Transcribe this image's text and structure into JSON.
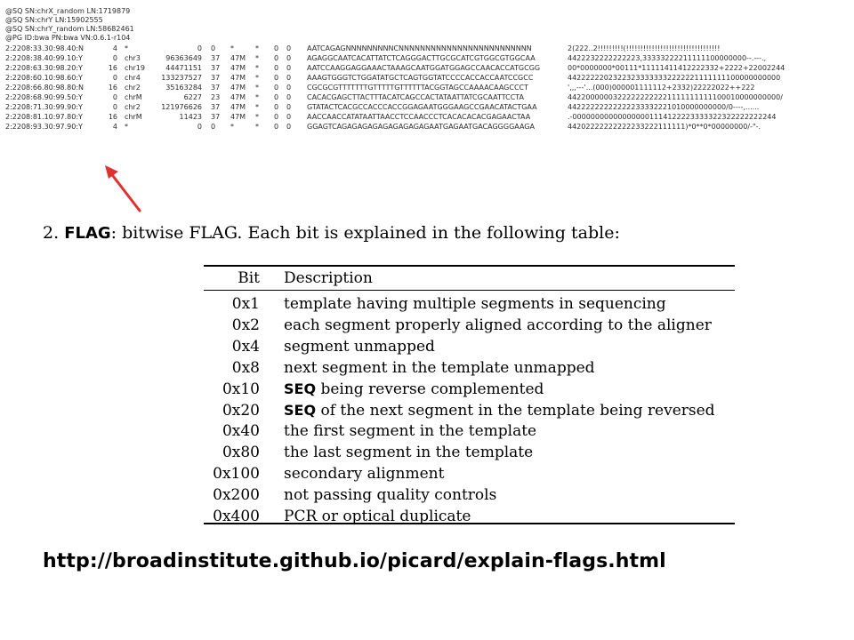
{
  "sam_header_lines": [
    "@SQ SN:chrX_random LN:1719879",
    "@SQ SN:chrY LN:15902555",
    "@SQ SN:chrY_random LN:58682461",
    "@PG ID:bwa PN:bwa VN:0.6.1-r104"
  ],
  "sam_records": [
    [
      "2:2208:33.30:98.40:N",
      "4",
      "*",
      "0",
      "0",
      "*",
      "*",
      "0",
      "0",
      "AATCAGAGNNNNNNNNNCNNNNNNNNNNNNNNNNNNNNNNNNN",
      "2(222..2!!!!!!!!!(!!!!!!!!!!!!!!!!!!!!!!!!!!!!!!!!!"
    ],
    [
      "2:2208:38.40:99.10:Y",
      "0",
      "chr3",
      "96363649",
      "37",
      "47M",
      "*",
      "0",
      "0",
      "AGAGGCAATCACATTATCTCAGGGACTTGCGCATCGTGGCGTGGCAA",
      "4422232222222223,33333222211111100000000--.---.,"
    ],
    [
      "2:2208:63.30:98.20:Y",
      "16",
      "chr19",
      "44471151",
      "37",
      "47M",
      "*",
      "0",
      "0",
      "AATCCAAGGAGGAAACTAAAGCAATGGATGGAGCCAACACCATGCGG",
      "00*0000000*00111*11111411412222332+2222+22002244"
    ],
    [
      "2:2208:60.10:98.60:Y",
      "0",
      "chr4",
      "133237527",
      "37",
      "47M",
      "*",
      "0",
      "0",
      "AAAGTGGGTCTGGATATGCTCAGTGGTATCCCCACCACCAATCCGCC",
      "44222222023223233333332222221111111100000000000"
    ],
    [
      "2:2208:66.80:98.80:N",
      "16",
      "chr2",
      "35163284",
      "37",
      "47M",
      "*",
      "0",
      "0",
      "CGCGCGTTTTTTTGTTTTTGTTTTTTACGGTAGCCAAAACAAGCCCT",
      "',,,---'...(000)000001111112+2332)22222022++222"
    ],
    [
      "2:2208:68.90:99.50:Y",
      "0",
      "chrM",
      "6227",
      "23",
      "47M",
      "*",
      "0",
      "0",
      "CACACGAGCTTACTTTACATCAGCCACTATAATTATCGCAATTCCTA",
      "44220000003222222222221111111111100010000000000/"
    ],
    [
      "2:2208:71.30:99.90:Y",
      "0",
      "chr2",
      "121976626",
      "37",
      "47M",
      "*",
      "0",
      "0",
      "GTATACTCACGCCACCCACCGGAGAATGGGAAGCCGAACATACTGAA",
      "44222222222222233332221010000000000/0----,......"
    ],
    [
      "2:2208:81.10:97.80:Y",
      "16",
      "chrM",
      "11423",
      "37",
      "47M",
      "*",
      "0",
      "0",
      "AACCAACCATATAATTAACCTCCAACCCTCACACACACGAGAACTAA",
      ".-000000000000000001114122223333322322222222244"
    ],
    [
      "2:2208:93.30:97.90:Y",
      "4",
      "*",
      "0",
      "0",
      "*",
      "*",
      "0",
      "0",
      "GGAGTCAGAGAGAGAGAGAGAGAGAATGAGAATGACAGGGGAAGA",
      "44202222222222233222111111)*0**0*00000000/-\"-."
    ]
  ],
  "section": {
    "number": "2.",
    "term": "FLAG",
    "text": ": bitwise FLAG. Each bit is explained in the following table:"
  },
  "table": {
    "headers": {
      "bit": "Bit",
      "description": "Description"
    },
    "rows": [
      {
        "bit": "0x1",
        "bold": "",
        "description": "template having multiple segments in sequencing"
      },
      {
        "bit": "0x2",
        "bold": "",
        "description": "each segment properly aligned according to the aligner"
      },
      {
        "bit": "0x4",
        "bold": "",
        "description": "segment unmapped"
      },
      {
        "bit": "0x8",
        "bold": "",
        "description": "next segment in the template unmapped"
      },
      {
        "bit": "0x10",
        "bold": "SEQ",
        "description": " being reverse complemented"
      },
      {
        "bit": "0x20",
        "bold": "SEQ",
        "description": " of the next segment in the template being reversed"
      },
      {
        "bit": "0x40",
        "bold": "",
        "description": "the first segment in the template"
      },
      {
        "bit": "0x80",
        "bold": "",
        "description": "the last segment in the template"
      },
      {
        "bit": "0x100",
        "bold": "",
        "description": "secondary alignment"
      },
      {
        "bit": "0x200",
        "bold": "",
        "description": "not passing quality controls"
      },
      {
        "bit": "0x400",
        "bold": "",
        "description": "PCR or optical duplicate"
      }
    ]
  },
  "source_url": "http://broadinstitute.github.io/picard/explain-flags.html",
  "colors": {
    "arrow": "#e03030",
    "text": "#000000",
    "sam_text": "#2b2b2b"
  }
}
